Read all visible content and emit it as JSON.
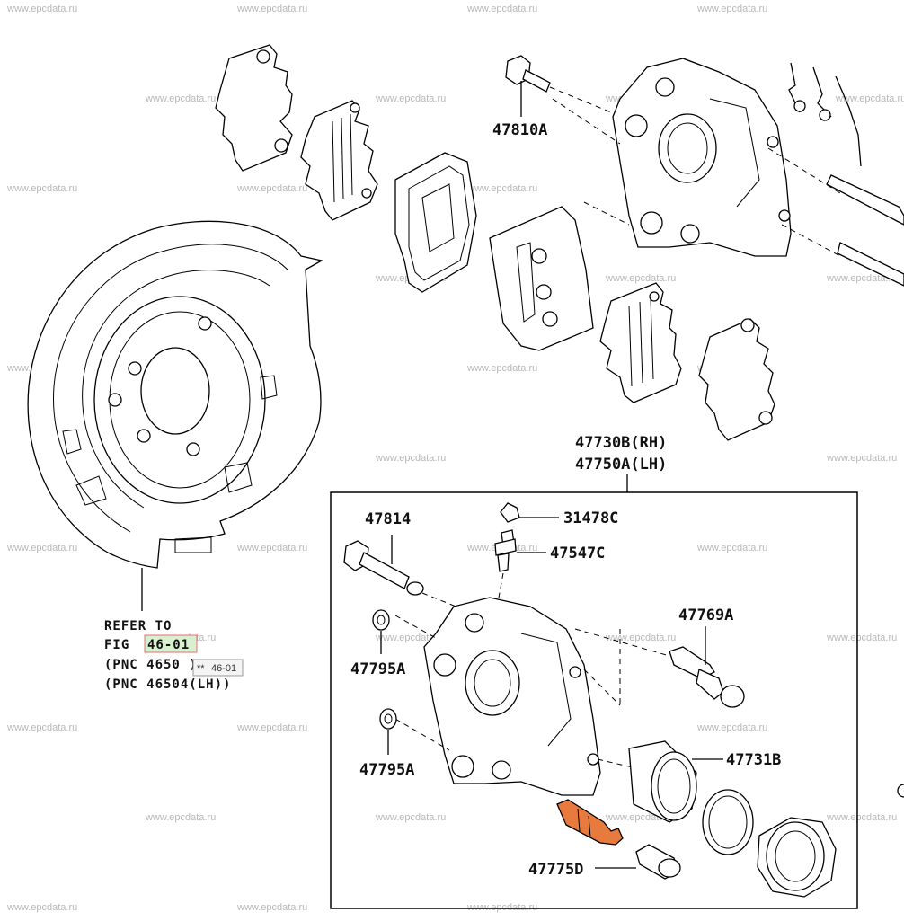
{
  "watermark": "www.epcdata.ru",
  "callouts": {
    "c47810A": "47810A",
    "c47730B": "47730B(RH)",
    "c47750A": "47750A(LH)",
    "c47814": "47814",
    "c31478C": "31478C",
    "c47547C": "47547C",
    "c47769A": "47769A",
    "c47795A_1": "47795A",
    "c47795A_2": "47795A",
    "c47731B": "47731B",
    "c47775D": "47775D"
  },
  "reference": {
    "line1": "REFER TO",
    "line2_prefix": "FIG",
    "fig_link": "46-01",
    "line3": "(PNC 4650 )",
    "line4": "(PNC 46504(LH))"
  },
  "tooltip": {
    "text": "46-01",
    "marker": "**"
  },
  "colors": {
    "highlight_part": "#e87a3e",
    "fig_link_bg": "#d8f0d0",
    "fig_link_border": "#e07070",
    "watermark": "#b8b8b8"
  }
}
